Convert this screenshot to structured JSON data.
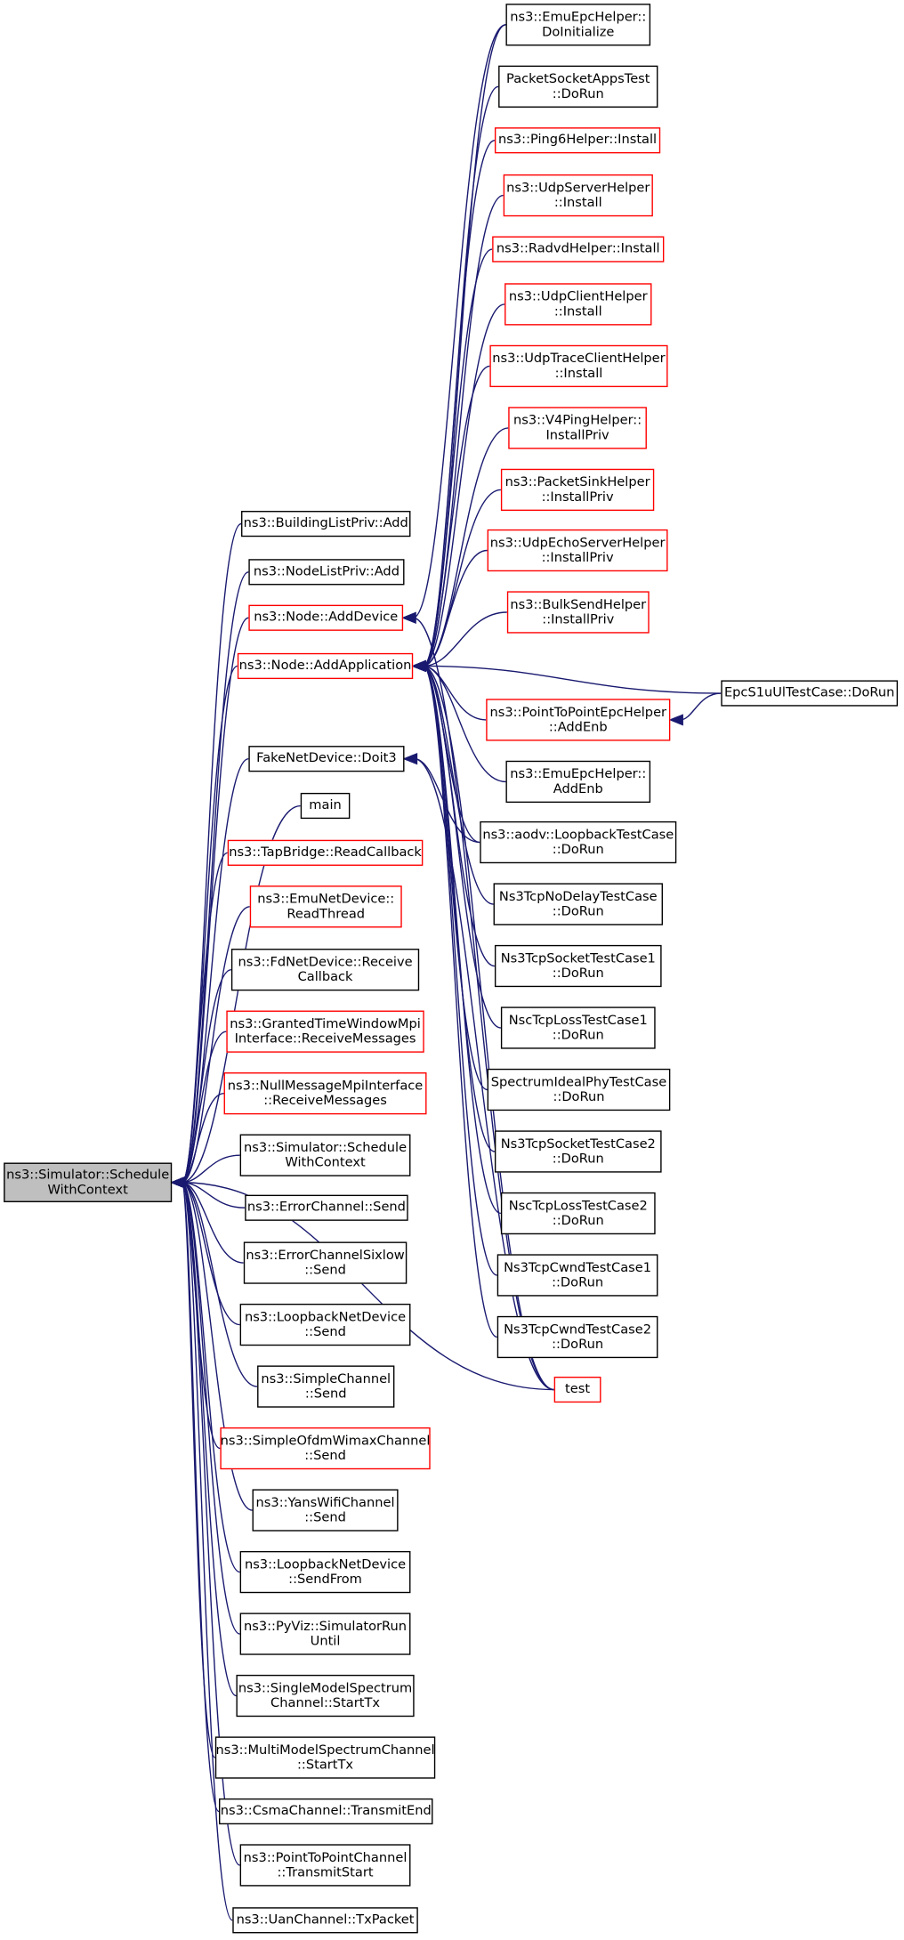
{
  "root": {
    "line1": "ns3::Simulator::Schedule",
    "line2": "WithContext"
  },
  "callers_left": [
    {
      "id": "bl_add",
      "lines": [
        "ns3::BuildingListPriv::Add"
      ],
      "red": false
    },
    {
      "id": "nl_add",
      "lines": [
        "ns3::NodeListPriv::Add"
      ],
      "red": false
    },
    {
      "id": "node_adddevice",
      "lines": [
        "ns3::Node::AddDevice"
      ],
      "red": true
    },
    {
      "id": "node_addapp",
      "lines": [
        "ns3::Node::AddApplication"
      ],
      "red": true
    },
    {
      "id": "fake_doit3",
      "lines": [
        "FakeNetDevice::Doit3"
      ],
      "red": false
    },
    {
      "id": "main",
      "lines": [
        "main"
      ],
      "red": false
    },
    {
      "id": "tap_read",
      "lines": [
        "ns3::TapBridge::ReadCallback"
      ],
      "red": true
    },
    {
      "id": "emu_read",
      "lines": [
        "ns3::EmuNetDevice::",
        "ReadThread"
      ],
      "red": true
    },
    {
      "id": "fd_recv",
      "lines": [
        "ns3::FdNetDevice::Receive",
        "Callback"
      ],
      "red": false
    },
    {
      "id": "granted",
      "lines": [
        "ns3::GrantedTimeWindowMpi",
        "Interface::ReceiveMessages"
      ],
      "red": true
    },
    {
      "id": "nullmsg",
      "lines": [
        "ns3::NullMessageMpiInterface",
        "::ReceiveMessages"
      ],
      "red": true
    },
    {
      "id": "sim_swc",
      "lines": [
        "ns3::Simulator::Schedule",
        "WithContext"
      ],
      "red": false
    },
    {
      "id": "err_send",
      "lines": [
        "ns3::ErrorChannel::Send"
      ],
      "red": false
    },
    {
      "id": "errsix",
      "lines": [
        "ns3::ErrorChannelSixlow",
        "::Send"
      ],
      "red": false
    },
    {
      "id": "loop_send",
      "lines": [
        "ns3::LoopbackNetDevice",
        "::Send"
      ],
      "red": false
    },
    {
      "id": "simple_send",
      "lines": [
        "ns3::SimpleChannel",
        "::Send"
      ],
      "red": false
    },
    {
      "id": "ofdm_send",
      "lines": [
        "ns3::SimpleOfdmWimaxChannel",
        "::Send"
      ],
      "red": true
    },
    {
      "id": "yans_send",
      "lines": [
        "ns3::YansWifiChannel",
        "::Send"
      ],
      "red": false
    },
    {
      "id": "loop_sendfrom",
      "lines": [
        "ns3::LoopbackNetDevice",
        "::SendFrom"
      ],
      "red": false
    },
    {
      "id": "pyviz",
      "lines": [
        "ns3::PyViz::SimulatorRun",
        "Until"
      ],
      "red": false
    },
    {
      "id": "single_tx",
      "lines": [
        "ns3::SingleModelSpectrum",
        "Channel::StartTx"
      ],
      "red": false
    },
    {
      "id": "multi_tx",
      "lines": [
        "ns3::MultiModelSpectrumChannel",
        "::StartTx"
      ],
      "red": false
    },
    {
      "id": "csma_end",
      "lines": [
        "ns3::CsmaChannel::TransmitEnd"
      ],
      "red": false
    },
    {
      "id": "p2p_start",
      "lines": [
        "ns3::PointToPointChannel",
        "::TransmitStart"
      ],
      "red": false
    },
    {
      "id": "uan_tx",
      "lines": [
        "ns3::UanChannel::TxPacket"
      ],
      "red": false
    }
  ],
  "callers_right": [
    {
      "id": "emu_init",
      "lines": [
        "ns3::EmuEpcHelper::",
        "DoInitialize"
      ],
      "red": false
    },
    {
      "id": "pktsock",
      "lines": [
        "PacketSocketAppsTest",
        "::DoRun"
      ],
      "red": false
    },
    {
      "id": "ping6",
      "lines": [
        "ns3::Ping6Helper::Install"
      ],
      "red": true
    },
    {
      "id": "udpserver",
      "lines": [
        "ns3::UdpServerHelper",
        "::Install"
      ],
      "red": true
    },
    {
      "id": "radvd",
      "lines": [
        "ns3::RadvdHelper::Install"
      ],
      "red": true
    },
    {
      "id": "udpclient",
      "lines": [
        "ns3::UdpClientHelper",
        "::Install"
      ],
      "red": true
    },
    {
      "id": "udptrace",
      "lines": [
        "ns3::UdpTraceClientHelper",
        "::Install"
      ],
      "red": true
    },
    {
      "id": "v4ping",
      "lines": [
        "ns3::V4PingHelper::",
        "InstallPriv"
      ],
      "red": true
    },
    {
      "id": "pktsink",
      "lines": [
        "ns3::PacketSinkHelper",
        "::InstallPriv"
      ],
      "red": true
    },
    {
      "id": "udpecho",
      "lines": [
        "ns3::UdpEchoServerHelper",
        "::InstallPriv"
      ],
      "red": true
    },
    {
      "id": "bulksend",
      "lines": [
        "ns3::BulkSendHelper",
        "::InstallPriv"
      ],
      "red": true
    },
    {
      "id": "p2pepc",
      "lines": [
        "ns3::PointToPointEpcHelper",
        "::AddEnb"
      ],
      "red": true
    },
    {
      "id": "emu_addenb",
      "lines": [
        "ns3::EmuEpcHelper::",
        "AddEnb"
      ],
      "red": false
    },
    {
      "id": "aodv",
      "lines": [
        "ns3::aodv::LoopbackTestCase",
        "::DoRun"
      ],
      "red": false
    },
    {
      "id": "nodelay",
      "lines": [
        "Ns3TcpNoDelayTestCase",
        "::DoRun"
      ],
      "red": false
    },
    {
      "id": "sock1",
      "lines": [
        "Ns3TcpSocketTestCase1",
        "::DoRun"
      ],
      "red": false
    },
    {
      "id": "nsc1",
      "lines": [
        "NscTcpLossTestCase1",
        "::DoRun"
      ],
      "red": false
    },
    {
      "id": "spectrum",
      "lines": [
        "SpectrumIdealPhyTestCase",
        "::DoRun"
      ],
      "red": false
    },
    {
      "id": "sock2",
      "lines": [
        "Ns3TcpSocketTestCase2",
        "::DoRun"
      ],
      "red": false
    },
    {
      "id": "nsc2",
      "lines": [
        "NscTcpLossTestCase2",
        "::DoRun"
      ],
      "red": false
    },
    {
      "id": "cwnd1",
      "lines": [
        "Ns3TcpCwndTestCase1",
        "::DoRun"
      ],
      "red": false
    },
    {
      "id": "cwnd2",
      "lines": [
        "Ns3TcpCwndTestCase2",
        "::DoRun"
      ],
      "red": false
    },
    {
      "id": "test",
      "lines": [
        "test"
      ],
      "red": true
    }
  ],
  "far_right": [
    {
      "id": "epcs1u",
      "lines": [
        "EpcS1uUlTestCase::DoRun"
      ],
      "red": false
    }
  ],
  "edges": [
    [
      "bl_add",
      "root"
    ],
    [
      "nl_add",
      "root"
    ],
    [
      "node_adddevice",
      "root"
    ],
    [
      "node_addapp",
      "root"
    ],
    [
      "fake_doit3",
      "root"
    ],
    [
      "main",
      "root"
    ],
    [
      "tap_read",
      "root"
    ],
    [
      "emu_read",
      "root"
    ],
    [
      "fd_recv",
      "root"
    ],
    [
      "granted",
      "root"
    ],
    [
      "nullmsg",
      "root"
    ],
    [
      "sim_swc",
      "root"
    ],
    [
      "err_send",
      "root"
    ],
    [
      "errsix",
      "root"
    ],
    [
      "loop_send",
      "root"
    ],
    [
      "simple_send",
      "root"
    ],
    [
      "ofdm_send",
      "root"
    ],
    [
      "yans_send",
      "root"
    ],
    [
      "loop_sendfrom",
      "root"
    ],
    [
      "pyviz",
      "root"
    ],
    [
      "single_tx",
      "root"
    ],
    [
      "multi_tx",
      "root"
    ],
    [
      "csma_end",
      "root"
    ],
    [
      "p2p_start",
      "root"
    ],
    [
      "uan_tx",
      "root"
    ],
    [
      "emu_init",
      "node_adddevice"
    ],
    [
      "emu_init",
      "node_addapp"
    ],
    [
      "pktsock",
      "node_addapp"
    ],
    [
      "ping6",
      "node_addapp"
    ],
    [
      "udpserver",
      "node_addapp"
    ],
    [
      "radvd",
      "node_addapp"
    ],
    [
      "udpclient",
      "node_addapp"
    ],
    [
      "udptrace",
      "node_addapp"
    ],
    [
      "v4ping",
      "node_addapp"
    ],
    [
      "pktsink",
      "node_addapp"
    ],
    [
      "udpecho",
      "node_addapp"
    ],
    [
      "bulksend",
      "node_addapp"
    ],
    [
      "p2pepc",
      "node_addapp"
    ],
    [
      "emu_addenb",
      "node_addapp"
    ],
    [
      "aodv",
      "node_addapp"
    ],
    [
      "nodelay",
      "node_addapp"
    ],
    [
      "sock1",
      "node_addapp"
    ],
    [
      "nsc1",
      "node_addapp"
    ],
    [
      "spectrum",
      "node_addapp"
    ],
    [
      "sock2",
      "node_addapp"
    ],
    [
      "nsc2",
      "node_addapp"
    ],
    [
      "cwnd1",
      "node_addapp"
    ],
    [
      "cwnd2",
      "node_addapp"
    ],
    [
      "test",
      "node_addapp"
    ],
    [
      "epcs1u",
      "node_addapp"
    ],
    [
      "epcs1u",
      "p2pepc"
    ],
    [
      "aodv",
      "fake_doit3"
    ],
    [
      "test",
      "fake_doit3"
    ],
    [
      "test",
      "root"
    ],
    [
      "test",
      "node_adddevice"
    ]
  ],
  "edge_color": "#191970",
  "red_border": "#ff0000",
  "root_fill": "#bfbfbf"
}
